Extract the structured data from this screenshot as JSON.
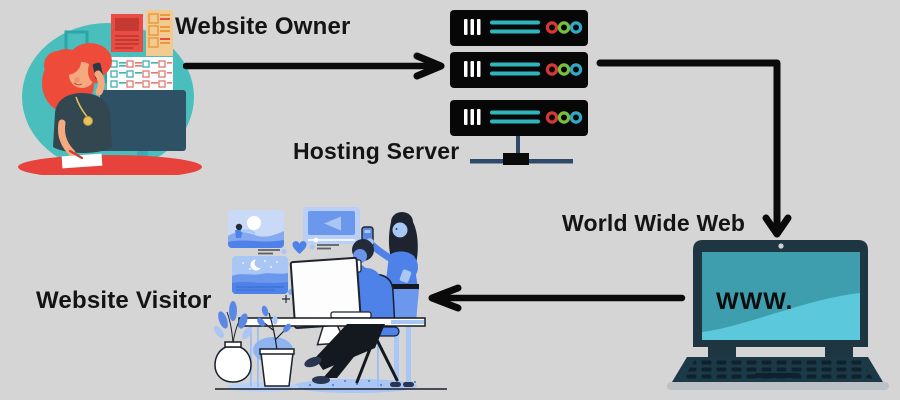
{
  "diagram": {
    "background_color": "#d5d5d6",
    "nodes": [
      {
        "id": "website-owner",
        "label": "Website Owner",
        "illustration": "woman-on-phone-at-computer"
      },
      {
        "id": "hosting-server",
        "label": "Hosting Server",
        "illustration": "server-rack-3-units"
      },
      {
        "id": "world-wide-web",
        "label": "World Wide Web",
        "illustration": "laptop",
        "screen_text": "WWW."
      },
      {
        "id": "website-visitor",
        "label": "Website Visitor",
        "illustration": "people-browsing-media-at-desk"
      }
    ],
    "edges": [
      {
        "from": "website-owner",
        "to": "hosting-server",
        "direction": "right"
      },
      {
        "from": "hosting-server",
        "to": "world-wide-web",
        "direction": "right-then-down"
      },
      {
        "from": "world-wide-web",
        "to": "website-visitor",
        "direction": "left"
      }
    ],
    "colors": {
      "arrow": "#0a0a0a",
      "label_text": "#141414",
      "server_body": "#070707",
      "server_stripe_teal": "#2fb5be",
      "server_led_red": "#d53a32",
      "server_led_green": "#79bf3f",
      "server_led_cyan": "#32a9c6",
      "server_stand_navy": "#2e4a6b",
      "laptop_frame": "#1e3642",
      "laptop_screen_teal": "#3e9eae",
      "laptop_screen_light": "#5cc8db",
      "owner_teal_blob": "#49bebd",
      "owner_hair_red": "#ef4b3b",
      "owner_desk_red": "#e8423d",
      "visitor_blue": "#4f82e8",
      "visitor_light_blue": "#a9c6f4"
    }
  }
}
